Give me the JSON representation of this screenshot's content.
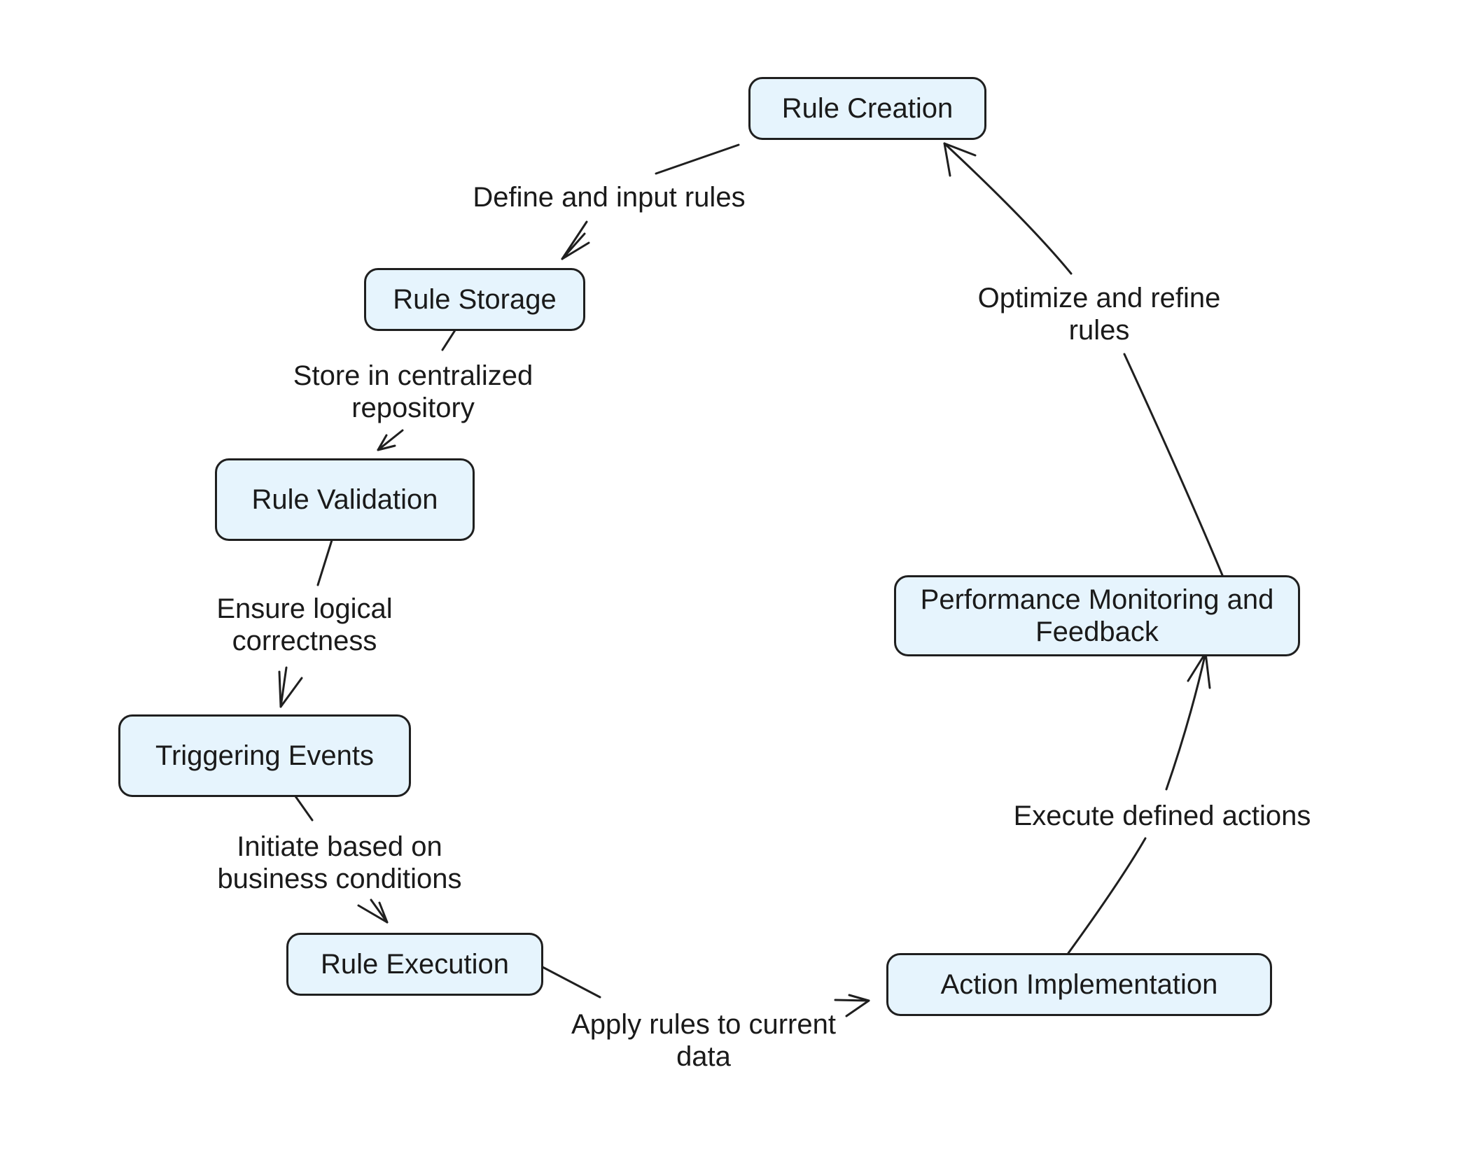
{
  "diagram": {
    "nodes": [
      {
        "id": "rule_creation",
        "label": "Rule Creation"
      },
      {
        "id": "rule_storage",
        "label": "Rule Storage"
      },
      {
        "id": "rule_validation",
        "label": "Rule Validation"
      },
      {
        "id": "triggering_events",
        "label": "Triggering Events"
      },
      {
        "id": "rule_execution",
        "label": "Rule Execution"
      },
      {
        "id": "action_implementation",
        "label": "Action Implementation"
      },
      {
        "id": "performance_monitoring",
        "label": "Performance Monitoring and Feedback"
      }
    ],
    "edges": [
      {
        "from": "rule_creation",
        "to": "rule_storage",
        "label_lines": [
          "Define and input rules"
        ]
      },
      {
        "from": "rule_storage",
        "to": "rule_validation",
        "label_lines": [
          "Store in centralized",
          "repository"
        ]
      },
      {
        "from": "rule_validation",
        "to": "triggering_events",
        "label_lines": [
          "Ensure logical",
          "correctness"
        ]
      },
      {
        "from": "triggering_events",
        "to": "rule_execution",
        "label_lines": [
          "Initiate based on",
          "business conditions"
        ]
      },
      {
        "from": "rule_execution",
        "to": "action_implementation",
        "label_lines": [
          "Apply rules to current",
          "data"
        ]
      },
      {
        "from": "action_implementation",
        "to": "performance_monitoring",
        "label_lines": [
          "Execute defined actions"
        ]
      },
      {
        "from": "performance_monitoring",
        "to": "rule_creation",
        "label_lines": [
          "Optimize and refine",
          "rules"
        ]
      }
    ]
  }
}
